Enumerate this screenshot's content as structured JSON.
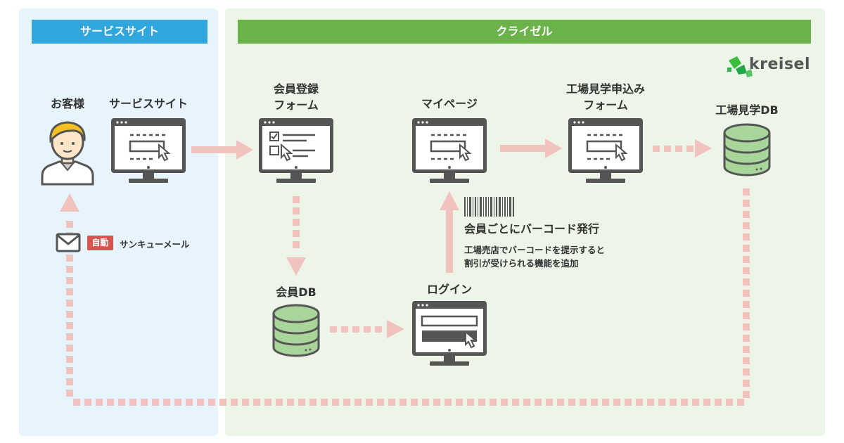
{
  "panels": {
    "left_header": "サービスサイト",
    "right_header": "クライゼル"
  },
  "logo": {
    "text": "kreisel"
  },
  "nodes": {
    "customer": "お客様",
    "service_site": "サービスサイト",
    "member_form_line1": "会員登録",
    "member_form_line2": "フォーム",
    "mypage": "マイページ",
    "factory_form_line1": "工場見学申込み",
    "factory_form_line2": "フォーム",
    "factory_db": "工場見学DB",
    "member_db": "会員DB",
    "login": "ログイン"
  },
  "annotations": {
    "auto_badge": "自動",
    "thank_you_mail": "サンキューメール",
    "barcode_title": "会員ごとにバーコード発行",
    "barcode_desc_line1": "工場売店でバーコードを提示すると",
    "barcode_desc_line2": "割引が受けられる機能を追加"
  },
  "colors": {
    "left_panel_bg": "#e8f4fb",
    "right_panel_bg": "#edf5e9",
    "left_header": "#31a6dd",
    "right_header": "#6cb24a",
    "arrow": "#f2c2bf",
    "monitor": "#555555",
    "database": "#a8d59a",
    "badge": "#d9534f"
  }
}
